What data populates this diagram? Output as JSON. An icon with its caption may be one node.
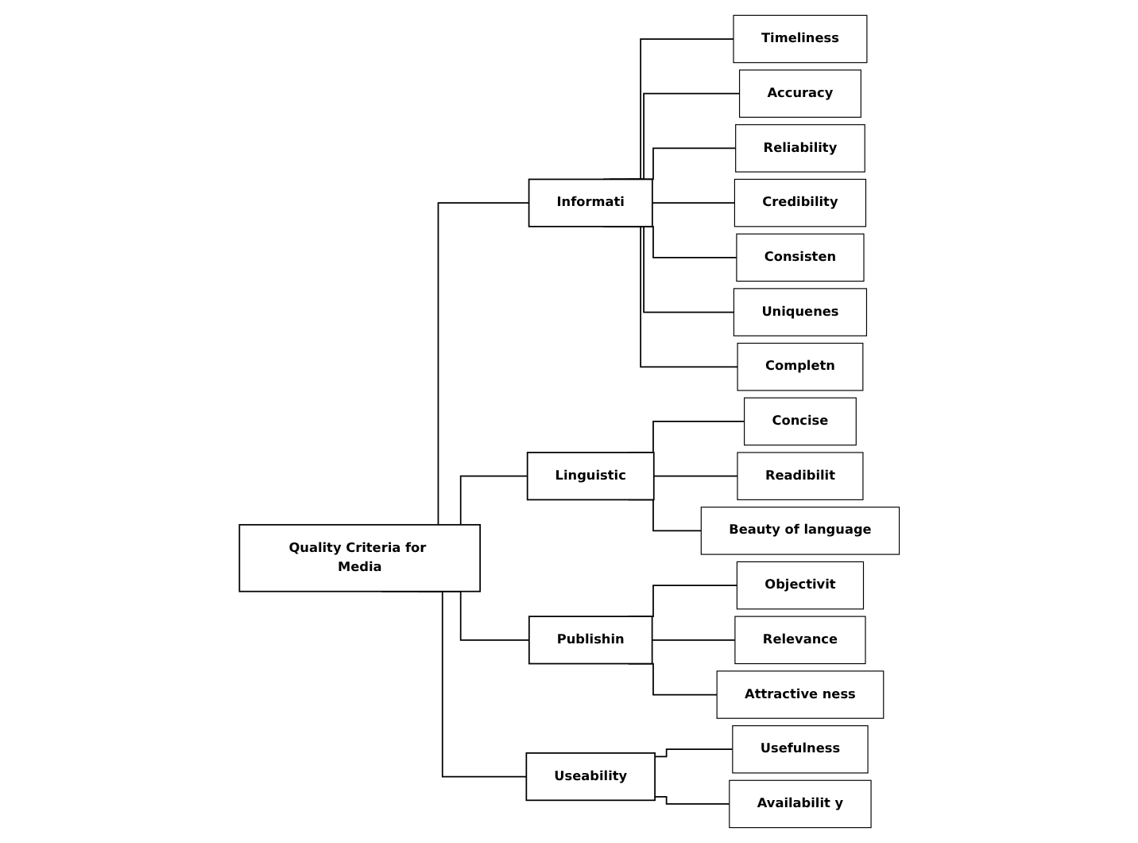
{
  "diagram": {
    "nodes": [
      {
        "text": [
          "Quality Criteria for Media"
        ]
      },
      {
        "text": [
          "Informati"
        ]
      },
      {
        "text": [
          "Linguistic"
        ]
      },
      {
        "text": [
          "Publishin"
        ]
      },
      {
        "text": [
          "Useability"
        ]
      },
      {
        "text": [
          "Timeliness"
        ]
      },
      {
        "text": [
          "Accuracy"
        ]
      },
      {
        "text": [
          "Reliability"
        ]
      },
      {
        "text": [
          "Credibility"
        ]
      },
      {
        "text": [
          "Consisten"
        ]
      },
      {
        "text": [
          "Uniquenes"
        ]
      },
      {
        "text": [
          "Completn"
        ]
      },
      {
        "text": [
          "Concise"
        ]
      },
      {
        "text": [
          "Readibilit"
        ]
      },
      {
        "text": [
          "Beauty of language"
        ]
      },
      {
        "text": [
          "Objectivit"
        ]
      },
      {
        "text": [
          "Relevance"
        ]
      },
      {
        "text": [
          "Attractive ness"
        ]
      },
      {
        "text": [
          "Usefulness"
        ]
      },
      {
        "text": [
          "Availabilit y"
        ]
      }
    ],
    "edges": [
      {
        "from": 0,
        "to": 1,
        "arrow": "none"
      },
      {
        "from": 0,
        "to": 2,
        "arrow": "none"
      },
      {
        "from": 0,
        "to": 3,
        "arrow": "none"
      },
      {
        "from": 0,
        "to": 4,
        "arrow": "none"
      },
      {
        "from": 1,
        "to": 5,
        "arrow": "none"
      },
      {
        "from": 1,
        "to": 6,
        "arrow": "none"
      },
      {
        "from": 1,
        "to": 7,
        "arrow": "none"
      },
      {
        "from": 1,
        "to": 8,
        "arrow": "none"
      },
      {
        "from": 1,
        "to": 9,
        "arrow": "none"
      },
      {
        "from": 1,
        "to": 10,
        "arrow": "none"
      },
      {
        "from": 1,
        "to": 11,
        "arrow": "none"
      },
      {
        "from": 2,
        "to": 12,
        "arrow": "none"
      },
      {
        "from": 2,
        "to": 13,
        "arrow": "none"
      },
      {
        "from": 2,
        "to": 14,
        "arrow": "none"
      },
      {
        "from": 3,
        "to": 15,
        "arrow": "none"
      },
      {
        "from": 3,
        "to": 16,
        "arrow": "none"
      },
      {
        "from": 3,
        "to": 17,
        "arrow": "none"
      },
      {
        "from": 4,
        "to": 18,
        "arrow": "none"
      },
      {
        "from": 4,
        "to": 19,
        "arrow": "none"
      }
    ]
  }
}
